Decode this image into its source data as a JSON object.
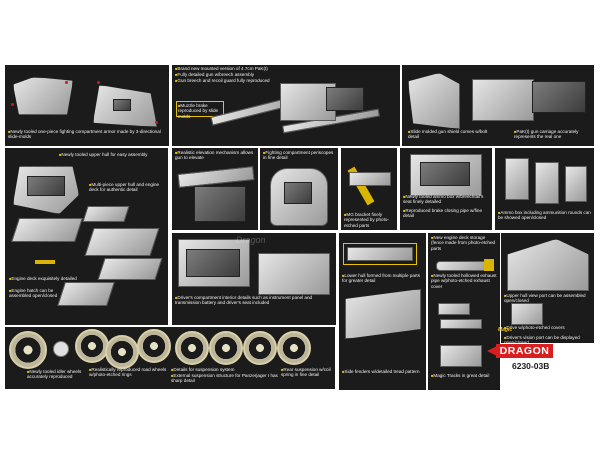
{
  "captions": {
    "c1": "Newly tooled one-piece fighting compartment armor made by 3-directional slide-molds",
    "c2": "Brand new mounted version of 4.7cm PaK(t)",
    "c3": "Fully detailed gun w/breech assembly",
    "c4": "Gun breech and recoil guard fully reproduced",
    "c5": "Muzzle brake reproduced by slide molds",
    "c6": "Slide molded gun shield comes w/bolt detail",
    "c7": "PaK(t) gun carriage accurately represents the real one",
    "c8": "Newly tooled upper hull for easy assembly",
    "c9": "Multi-piece upper hull and engine deck for authentic detail",
    "c10": "Engine deck exquisitely detailed",
    "c11": "Engine hatch can be assembled open/closed",
    "c12": "Realistic elevation mechanism allows gun to elevate",
    "c13": "Fighting compartment periscopes in fine detail",
    "c14": "MG bracket finely represented by photo-etched parts",
    "c15": "Newly tooled ammo box w/breechtail's seat finely detailed",
    "c16": "Reproduced brake closing pipe w/fine detail",
    "c17": "Ammo box including ammunition rounds can be showed open/closed",
    "c18": "Driver's compartment interior details such as instrument panel and transmission battery and driver's seat included",
    "c19": "New engine deck storage (fence made from photo-etched parts",
    "c20": "Lower hull formed from multiple parts for greater detail",
    "c21": "Newly tooled hollowed exhaust pipe w/photo-etched exhaust cover",
    "c22": "Upper hull view port can be assembled open/closed",
    "c23": "Drive w/photo-etched covers",
    "c24": "Driver's vision port can be displayed open/closed",
    "c25": "Newly tooled idler wheels accurately reproduced",
    "c26": "Realistically reproduced road wheels w/photo-etched rings",
    "c27": "Details for suspension system",
    "c28": "External suspension structure for Panzerjager I has sharp detail",
    "c29": "Rear suspension w/coil spring in fine detail",
    "c30": "Side fenders w/detailed tread pattern",
    "c31": "Magic Tracks in great detail"
  },
  "brand": {
    "logo": "DRAGON",
    "code": "6230-03B",
    "magic": "Magic"
  },
  "watermark": "Dragon"
}
